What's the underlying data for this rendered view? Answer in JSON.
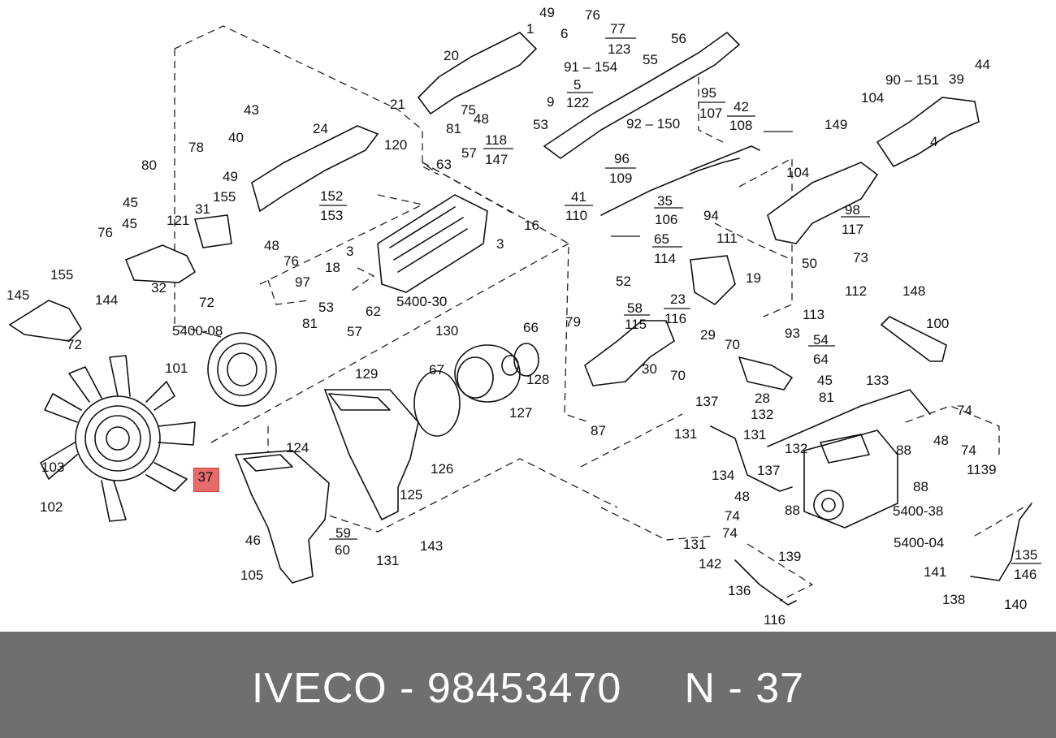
{
  "highlight": {
    "label": "37",
    "color": "#e86a6a"
  },
  "footer": {
    "text": "IVECO - 98453470     N - 37",
    "background": "#6f6f6f",
    "text_color": "#ffffff"
  },
  "labels": [
    "49",
    "76",
    "77",
    "123",
    "1",
    "56",
    "6",
    "55",
    "20",
    "91 – 154",
    "5",
    "122",
    "75",
    "48",
    "9",
    "21",
    "43",
    "81",
    "53",
    "118",
    "147",
    "95",
    "107",
    "42",
    "108",
    "90 – 151",
    "39",
    "44",
    "104",
    "40",
    "24",
    "120",
    "78",
    "57",
    "63",
    "92 – 150",
    "149",
    "80",
    "49",
    "152",
    "153",
    "96",
    "109",
    "41",
    "110",
    "4",
    "104",
    "45",
    "121",
    "31",
    "155",
    "76",
    "45",
    "48",
    "76",
    "35",
    "106",
    "98",
    "117",
    "94",
    "111",
    "65",
    "114",
    "145",
    "155",
    "144",
    "3",
    "32",
    "72",
    "97",
    "18",
    "53",
    "81",
    "57",
    "62",
    "5400-30",
    "16",
    "3",
    "19",
    "52",
    "23",
    "116",
    "58",
    "115",
    "73",
    "50",
    "113",
    "112",
    "148",
    "72",
    "5400-08",
    "101",
    "130",
    "66",
    "129",
    "67",
    "128",
    "79",
    "127",
    "29",
    "70",
    "93",
    "54",
    "64",
    "45",
    "81",
    "100",
    "30",
    "70",
    "28",
    "133",
    "87",
    "137",
    "132",
    "74",
    "131",
    "131",
    "48",
    "88",
    "74",
    "103",
    "102",
    "37",
    "124",
    "126",
    "125",
    "134",
    "132",
    "137",
    "1139",
    "88",
    "48",
    "5400-38",
    "74",
    "88",
    "59",
    "60",
    "46",
    "105",
    "131",
    "143",
    "74",
    "131",
    "142",
    "139",
    "5400-04",
    "135",
    "146",
    "141",
    "138",
    "140",
    "136",
    "116"
  ]
}
